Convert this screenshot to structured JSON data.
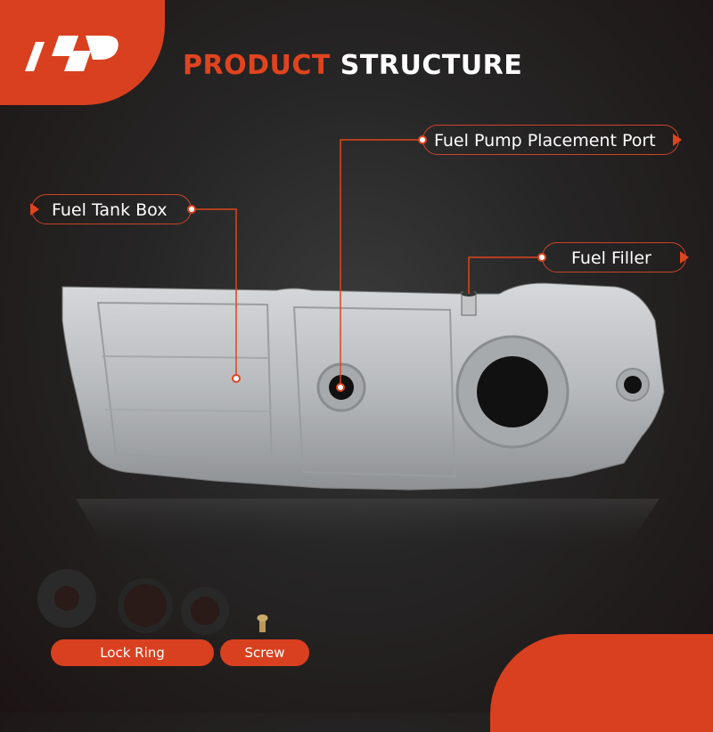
{
  "brand": {
    "logo_text": "AP",
    "accent_color": "#d9401f"
  },
  "header": {
    "title_accent": "PRODUCT",
    "title_rest": "STRUCTURE"
  },
  "callouts": {
    "fuel_pump_port": "Fuel Pump Placement Port",
    "fuel_tank_box": "Fuel Tank Box",
    "fuel_filler": "Fuel Filler"
  },
  "accessories": {
    "lock_ring": "Lock Ring",
    "screw": "Screw"
  }
}
